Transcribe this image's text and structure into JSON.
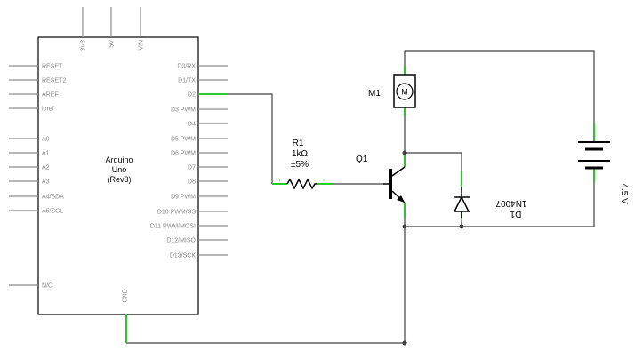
{
  "arduino": {
    "name_line1": "Arduino",
    "name_line2": "Uno",
    "name_line3": "(Rev3)",
    "left_pins": [
      "RESET",
      "RESET2",
      "AREF",
      "ioref",
      "A0",
      "A1",
      "A2",
      "A3",
      "A4/SDA",
      "A5/SCL",
      "N/C"
    ],
    "right_pins": [
      "D0/RX",
      "D1/TX",
      "D2",
      "D3 PWM",
      "D4",
      "D5 PWM",
      "D6 PWM",
      "D7",
      "D8",
      "D9 PWM",
      "D10 PWM/SS",
      "D11 PWM/MOSI",
      "D12/MISO",
      "D13/SCK"
    ],
    "top_pins": [
      "3V3",
      "5V",
      "VIN"
    ],
    "bottom_pin": "GND"
  },
  "resistor": {
    "ref": "R1",
    "value": "1kΩ",
    "tolerance": "±5%",
    "pin1": "1",
    "pin2": "2"
  },
  "transistor": {
    "ref": "Q1"
  },
  "motor": {
    "ref": "M1",
    "symbol": "M"
  },
  "diode": {
    "ref": "D1",
    "part": "1N4007"
  },
  "battery": {
    "voltage": "4.5 V"
  },
  "colors": {
    "wire": "#404040",
    "pin_lead": "#8c8c8c",
    "active_pin": "#22cc22"
  }
}
